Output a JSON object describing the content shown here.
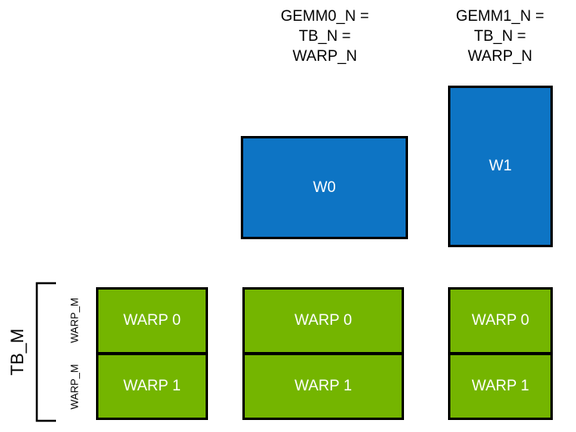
{
  "diagram": {
    "title_hidden": "",
    "colors": {
      "blue": "#0d74c4",
      "green": "#74b500",
      "outline": "#000000",
      "background": "#ffffff",
      "label_text": "#000000",
      "box_text": "#ffffff"
    },
    "headers": [
      {
        "name": "gemm0-header",
        "text": "GEMM0_N =\nTB_N =\nWARP_N"
      },
      {
        "name": "gemm1-header",
        "text": "GEMM1_N =\nTB_N =\nWARP_N"
      }
    ],
    "axis_labels": {
      "tb_m": "TB_M",
      "warp_m_top": "WARP_M",
      "warp_m_bottom": "WARP_M"
    },
    "warp_blocks": [
      {
        "name": "w0-block",
        "label": "W0"
      },
      {
        "name": "w1-block",
        "label": "W1"
      }
    ],
    "columns": [
      {
        "name": "column-left",
        "cells": [
          {
            "label": "WARP 0"
          },
          {
            "label": "WARP 1"
          }
        ]
      },
      {
        "name": "column-middle",
        "cells": [
          {
            "label": "WARP 0"
          },
          {
            "label": "WARP 1"
          }
        ]
      },
      {
        "name": "column-right",
        "cells": [
          {
            "label": "WARP 0"
          },
          {
            "label": "WARP 1"
          }
        ]
      }
    ]
  }
}
